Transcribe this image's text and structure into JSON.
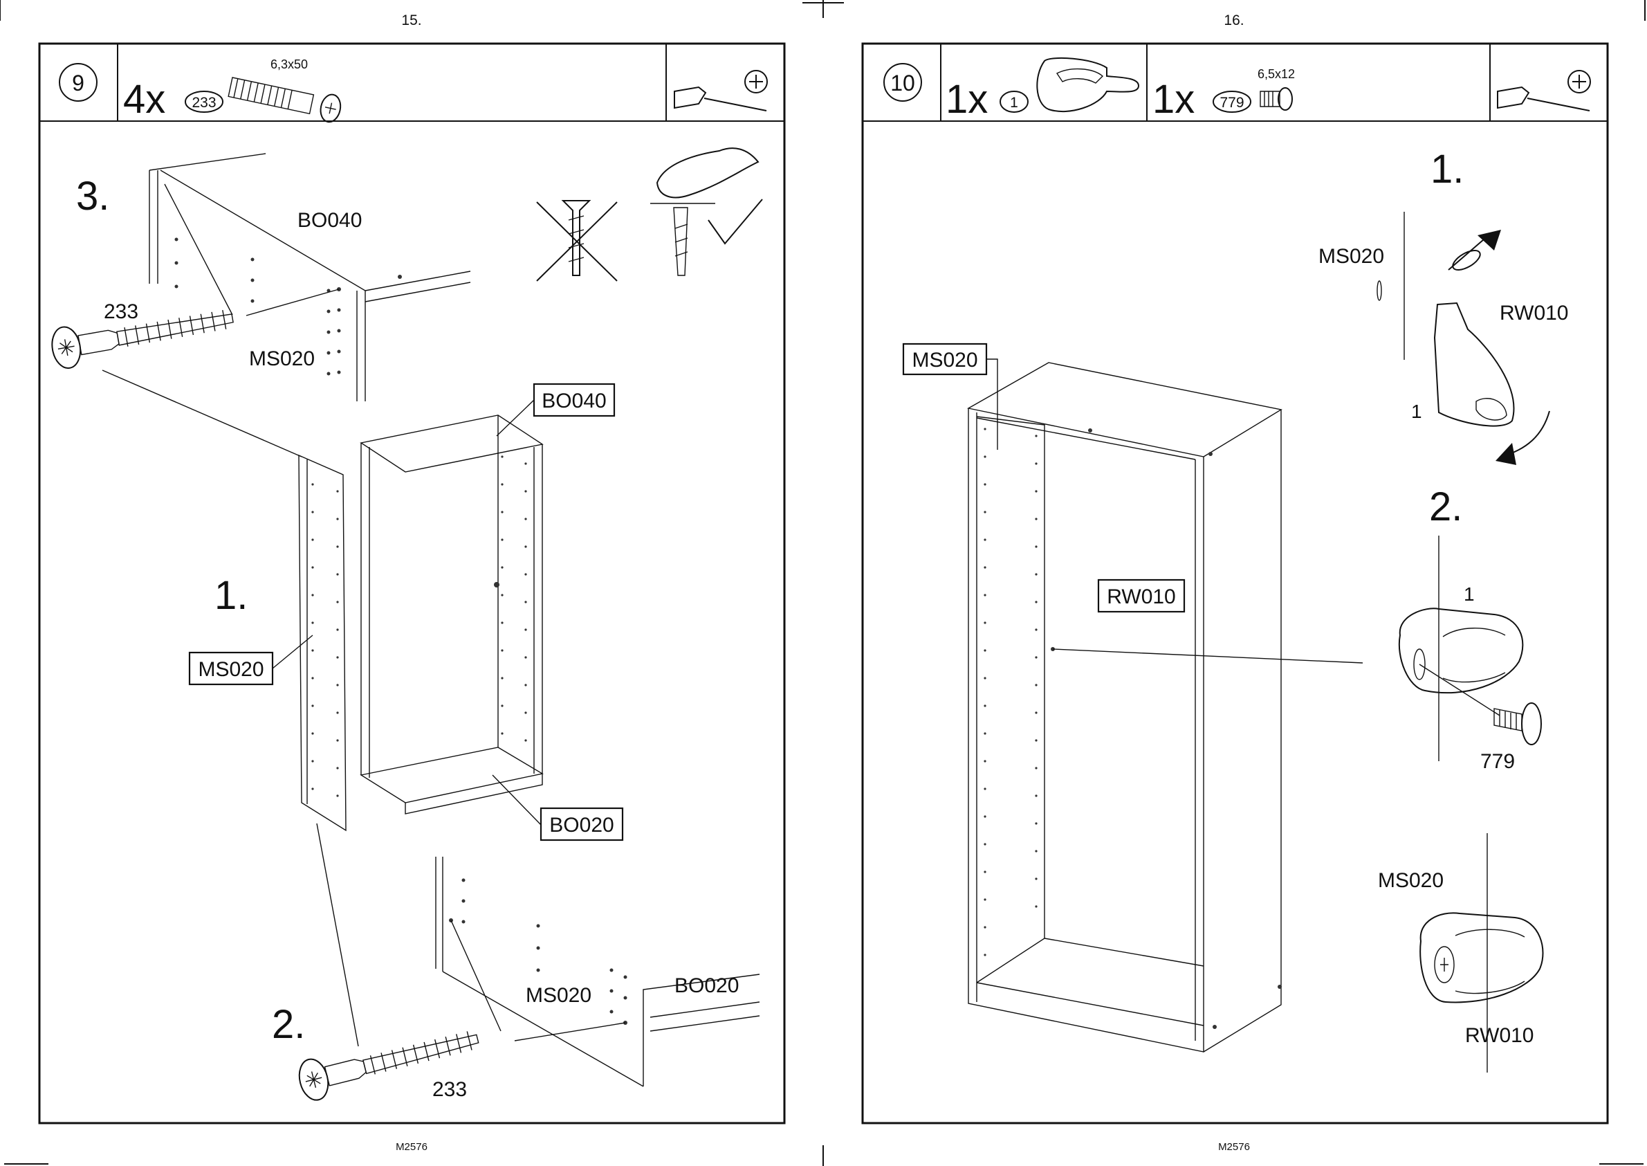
{
  "pages": [
    {
      "page_number": "15.",
      "footer": "M2576",
      "step": {
        "number": "9",
        "quantity": "4x",
        "part_code": "233",
        "part_size": "6,3x50"
      },
      "substeps": [
        "1.",
        "2.",
        "3."
      ],
      "labels": {
        "top_panel": "BO040",
        "top_panel_box": "BO040",
        "side_panel": "MS020",
        "side_panel_box": "MS020",
        "bottom_panel_box": "BO020",
        "screw_top": "233",
        "screw_bottom": "233",
        "bottom_side_panel": "MS020",
        "bottom_panel": "BO020"
      }
    },
    {
      "page_number": "16.",
      "footer": "M2576",
      "step": {
        "number": "10",
        "quantity_a": "1x",
        "part_a_code": "1",
        "quantity_b": "1x",
        "part_b_code": "779",
        "part_b_size": "6,5x12"
      },
      "substeps": [
        "1.",
        "2."
      ],
      "labels": {
        "frame_side_box": "MS020",
        "back_rail_box": "RW010",
        "detail1_panel": "MS020",
        "detail1_rail": "RW010",
        "detail1_part": "1",
        "detail2_part": "1",
        "detail2_screw": "779",
        "detail3_panel": "MS020",
        "detail3_rail": "RW010"
      }
    }
  ]
}
